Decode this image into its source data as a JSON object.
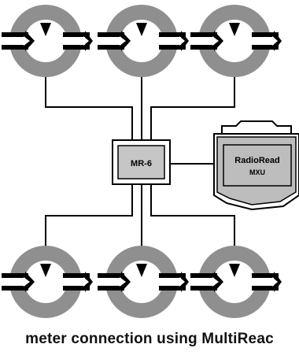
{
  "hub": {
    "label": "MR-6"
  },
  "reader": {
    "line1": "RadioRead",
    "line2": "MXU"
  },
  "caption": "meter connection using MultiReac",
  "colors": {
    "ring": "#8f8f8f",
    "hub_fill": "#c6c6c6",
    "reader_fill": "#bdbdbd",
    "line": "#000000"
  },
  "meters": [
    {
      "id": "top-left"
    },
    {
      "id": "top-center"
    },
    {
      "id": "top-right"
    },
    {
      "id": "bottom-left"
    },
    {
      "id": "bottom-center"
    },
    {
      "id": "bottom-right"
    }
  ]
}
